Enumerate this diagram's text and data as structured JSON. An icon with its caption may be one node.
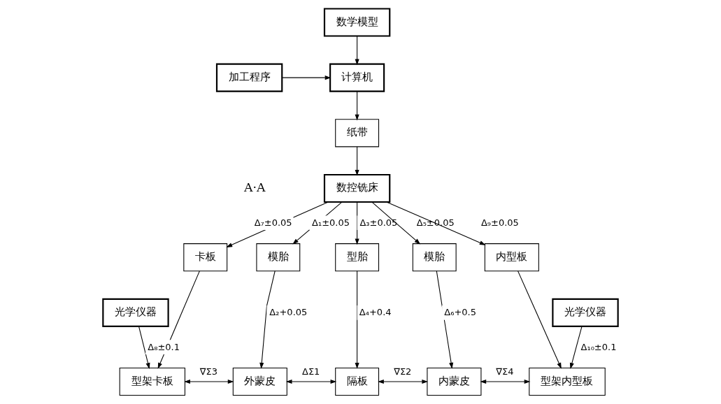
{
  "diagram": {
    "nodes": [
      {
        "text": [
          "数学模型"
        ]
      },
      {
        "text": [
          "计算机"
        ]
      },
      {
        "text": [
          "加工程序"
        ]
      },
      {
        "text": [
          "纸带"
        ]
      },
      {
        "text": [
          "数控铣床"
        ]
      },
      {
        "text": [
          "卡板"
        ]
      },
      {
        "text": [
          "模胎"
        ]
      },
      {
        "text": [
          "型胎"
        ]
      },
      {
        "text": [
          "模胎"
        ]
      },
      {
        "text": [
          "内型板"
        ]
      },
      {
        "text": [
          "光学仪器"
        ]
      },
      {
        "text": [
          "型架卡板"
        ]
      },
      {
        "text": [
          "外蒙皮"
        ]
      },
      {
        "text": [
          "隔板"
        ]
      },
      {
        "text": [
          "内蒙皮"
        ]
      },
      {
        "text": [
          "型架内型板"
        ]
      },
      {
        "text": [
          "光学仪器"
        ]
      }
    ],
    "edges": [
      {
        "from": 0,
        "to": 1,
        "arrow": "to"
      },
      {
        "from": 2,
        "to": 1,
        "arrow": "to"
      },
      {
        "from": 1,
        "to": 3,
        "arrow": "to"
      },
      {
        "from": 3,
        "to": 4,
        "arrow": "to"
      },
      {
        "from": 4,
        "to": 5,
        "arrow": "to",
        "label": "Δ₇±0.05"
      },
      {
        "from": 4,
        "to": 6,
        "arrow": "to",
        "label": "Δ₁±0.05"
      },
      {
        "from": 4,
        "to": 7,
        "arrow": "to",
        "label": "Δ₃±0.05"
      },
      {
        "from": 4,
        "to": 8,
        "arrow": "to",
        "label": "Δ₅±0.05"
      },
      {
        "from": 4,
        "to": 9,
        "arrow": "to",
        "label": "Δ₉±0.05"
      },
      {
        "from": 5,
        "to": 11,
        "arrow": "to"
      },
      {
        "from": 10,
        "to": 11,
        "arrow": "to",
        "label": "Δ₈±0.1"
      },
      {
        "from": 6,
        "to": 12,
        "arrow": "to",
        "label": "Δ₂+0.05"
      },
      {
        "from": 7,
        "to": 13,
        "arrow": "to",
        "label": "Δ₄+0.4"
      },
      {
        "from": 8,
        "to": 14,
        "arrow": "to",
        "label": "Δ₆+0.5"
      },
      {
        "from": 9,
        "to": 15,
        "arrow": "to"
      },
      {
        "from": 16,
        "to": 15,
        "arrow": "to",
        "label": "Δ₁₀±0.1"
      },
      {
        "from": 11,
        "to": 12,
        "arrow": "both",
        "label": "∇Σ3"
      },
      {
        "from": 12,
        "to": 13,
        "arrow": "both",
        "label": "ΔΣ1"
      },
      {
        "from": 13,
        "to": 14,
        "arrow": "both",
        "label": "∇Σ2"
      },
      {
        "from": 14,
        "to": 15,
        "arrow": "both",
        "label": "∇Σ4"
      }
    ],
    "labels": [
      "A·A"
    ]
  }
}
